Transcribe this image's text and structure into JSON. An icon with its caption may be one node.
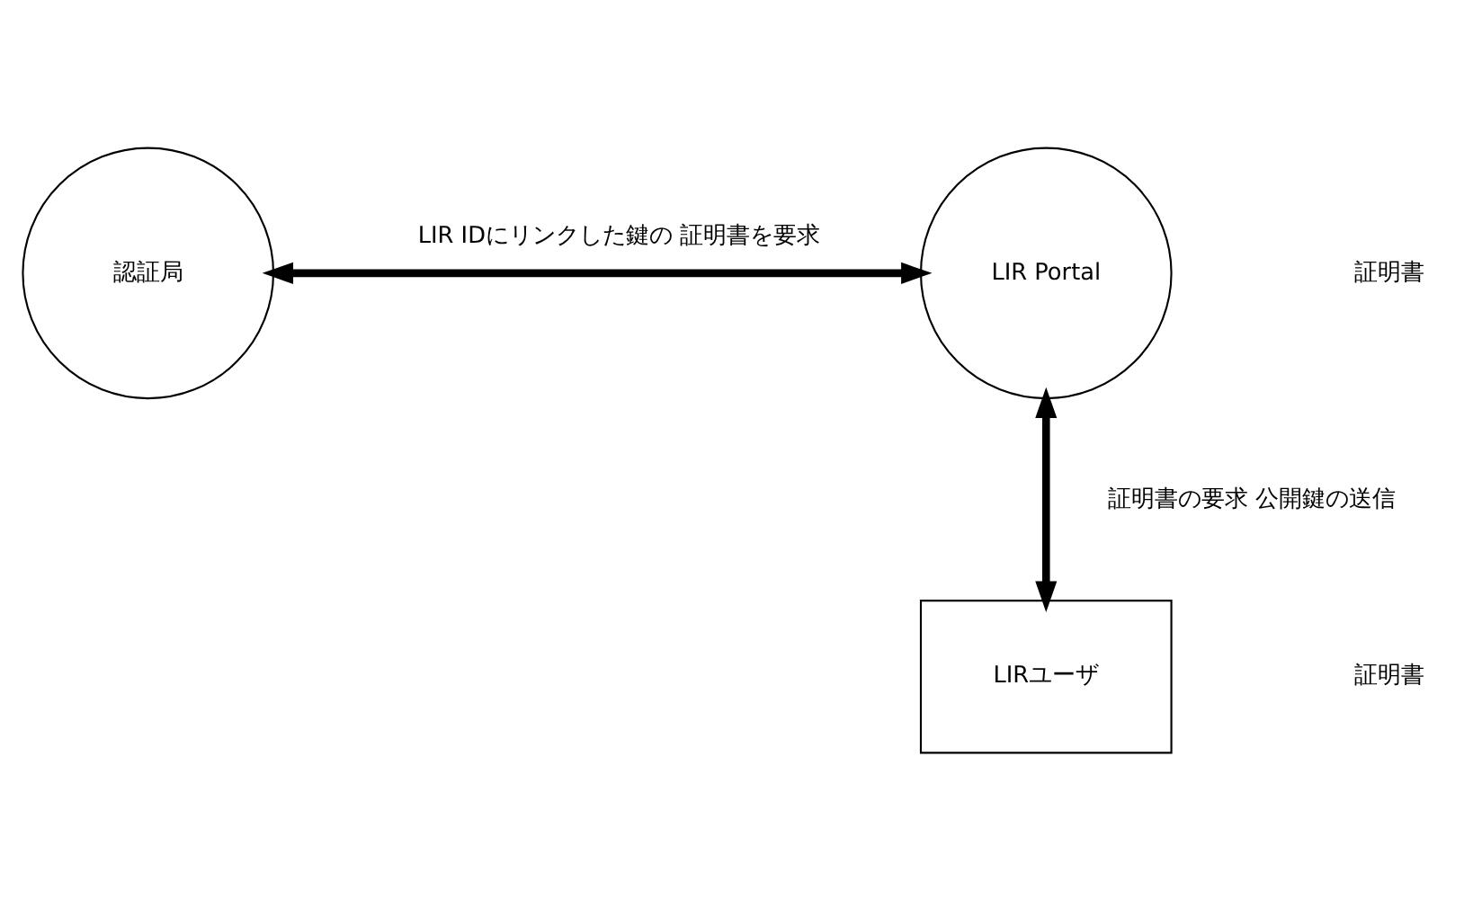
{
  "diagram": {
    "nodes": [
      {
        "text": [
          "認証局"
        ]
      },
      {
        "text": [
          "LIR Portal"
        ]
      },
      {
        "text": [
          "LIRユーザ"
        ]
      }
    ],
    "edges": [
      {
        "from": 0,
        "to": 1,
        "arrow": "both",
        "label": "LIR IDにリンクした鍵の 証明書を要求"
      },
      {
        "from": 1,
        "to": 2,
        "arrow": "both",
        "label": "証明書の要求 公開鍵の送信"
      }
    ],
    "labels": [
      "証明書",
      "証明書"
    ]
  }
}
